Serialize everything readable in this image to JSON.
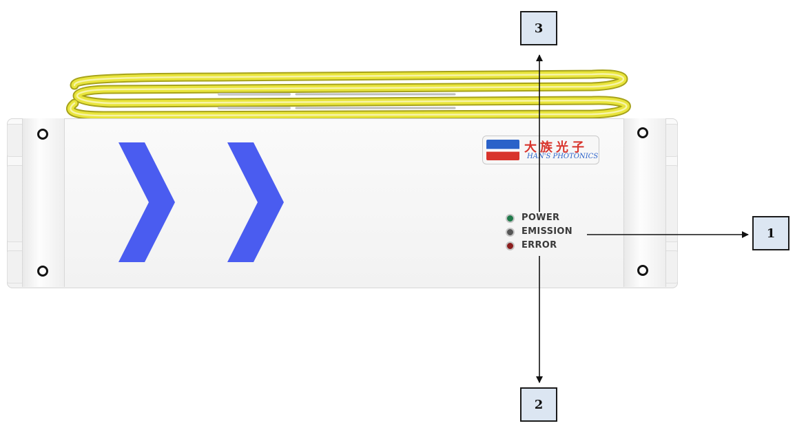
{
  "device": {
    "logo": {
      "chinese_text": "大族光子",
      "english_text": "HAN'S PHOTONICS"
    },
    "indicators": [
      {
        "label": "POWER",
        "color": "#1f7a4a"
      },
      {
        "label": "EMISSION",
        "color": "#555555"
      },
      {
        "label": "ERROR",
        "color": "#8b1d1d"
      }
    ],
    "colors": {
      "chevron": "#4a5cf0",
      "fiber_cable": "#e6e23a"
    }
  },
  "callouts": [
    {
      "number": "1",
      "target": "EMISSION"
    },
    {
      "number": "2",
      "target": "ERROR"
    },
    {
      "number": "3",
      "target": "POWER"
    }
  ]
}
